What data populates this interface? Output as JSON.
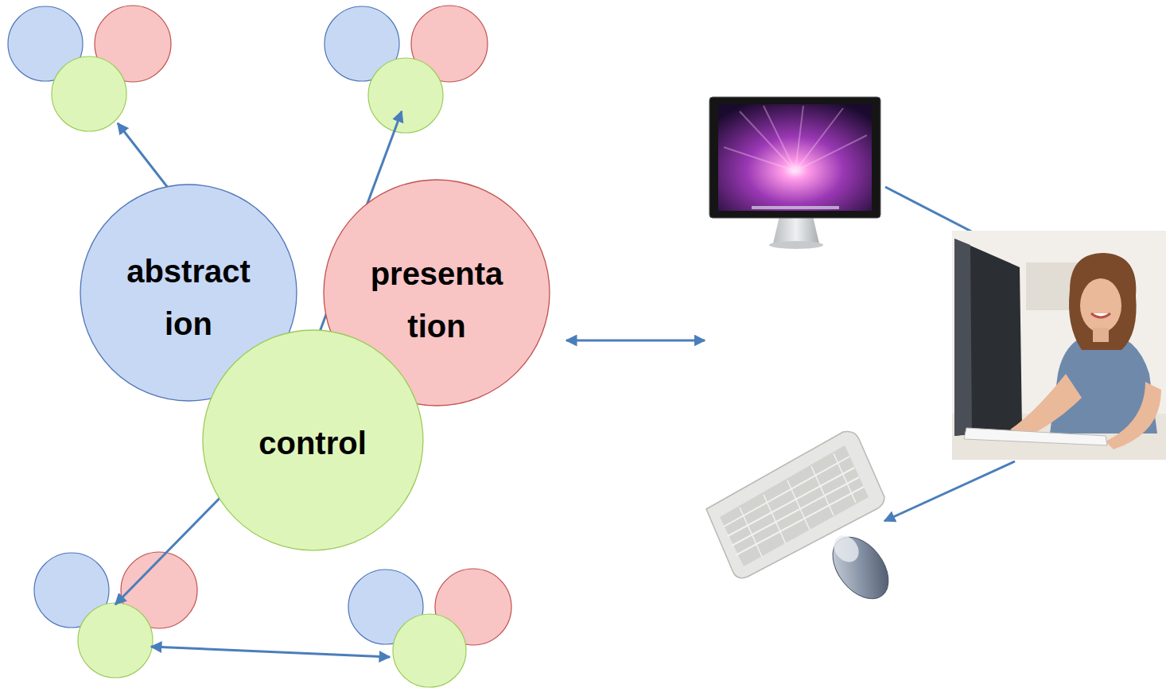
{
  "diagram": {
    "nodes": [
      {
        "text": [
          "abstract ion"
        ]
      },
      {
        "text": [
          "presenta tion"
        ]
      },
      {
        "text": [
          "control"
        ]
      }
    ]
  }
}
